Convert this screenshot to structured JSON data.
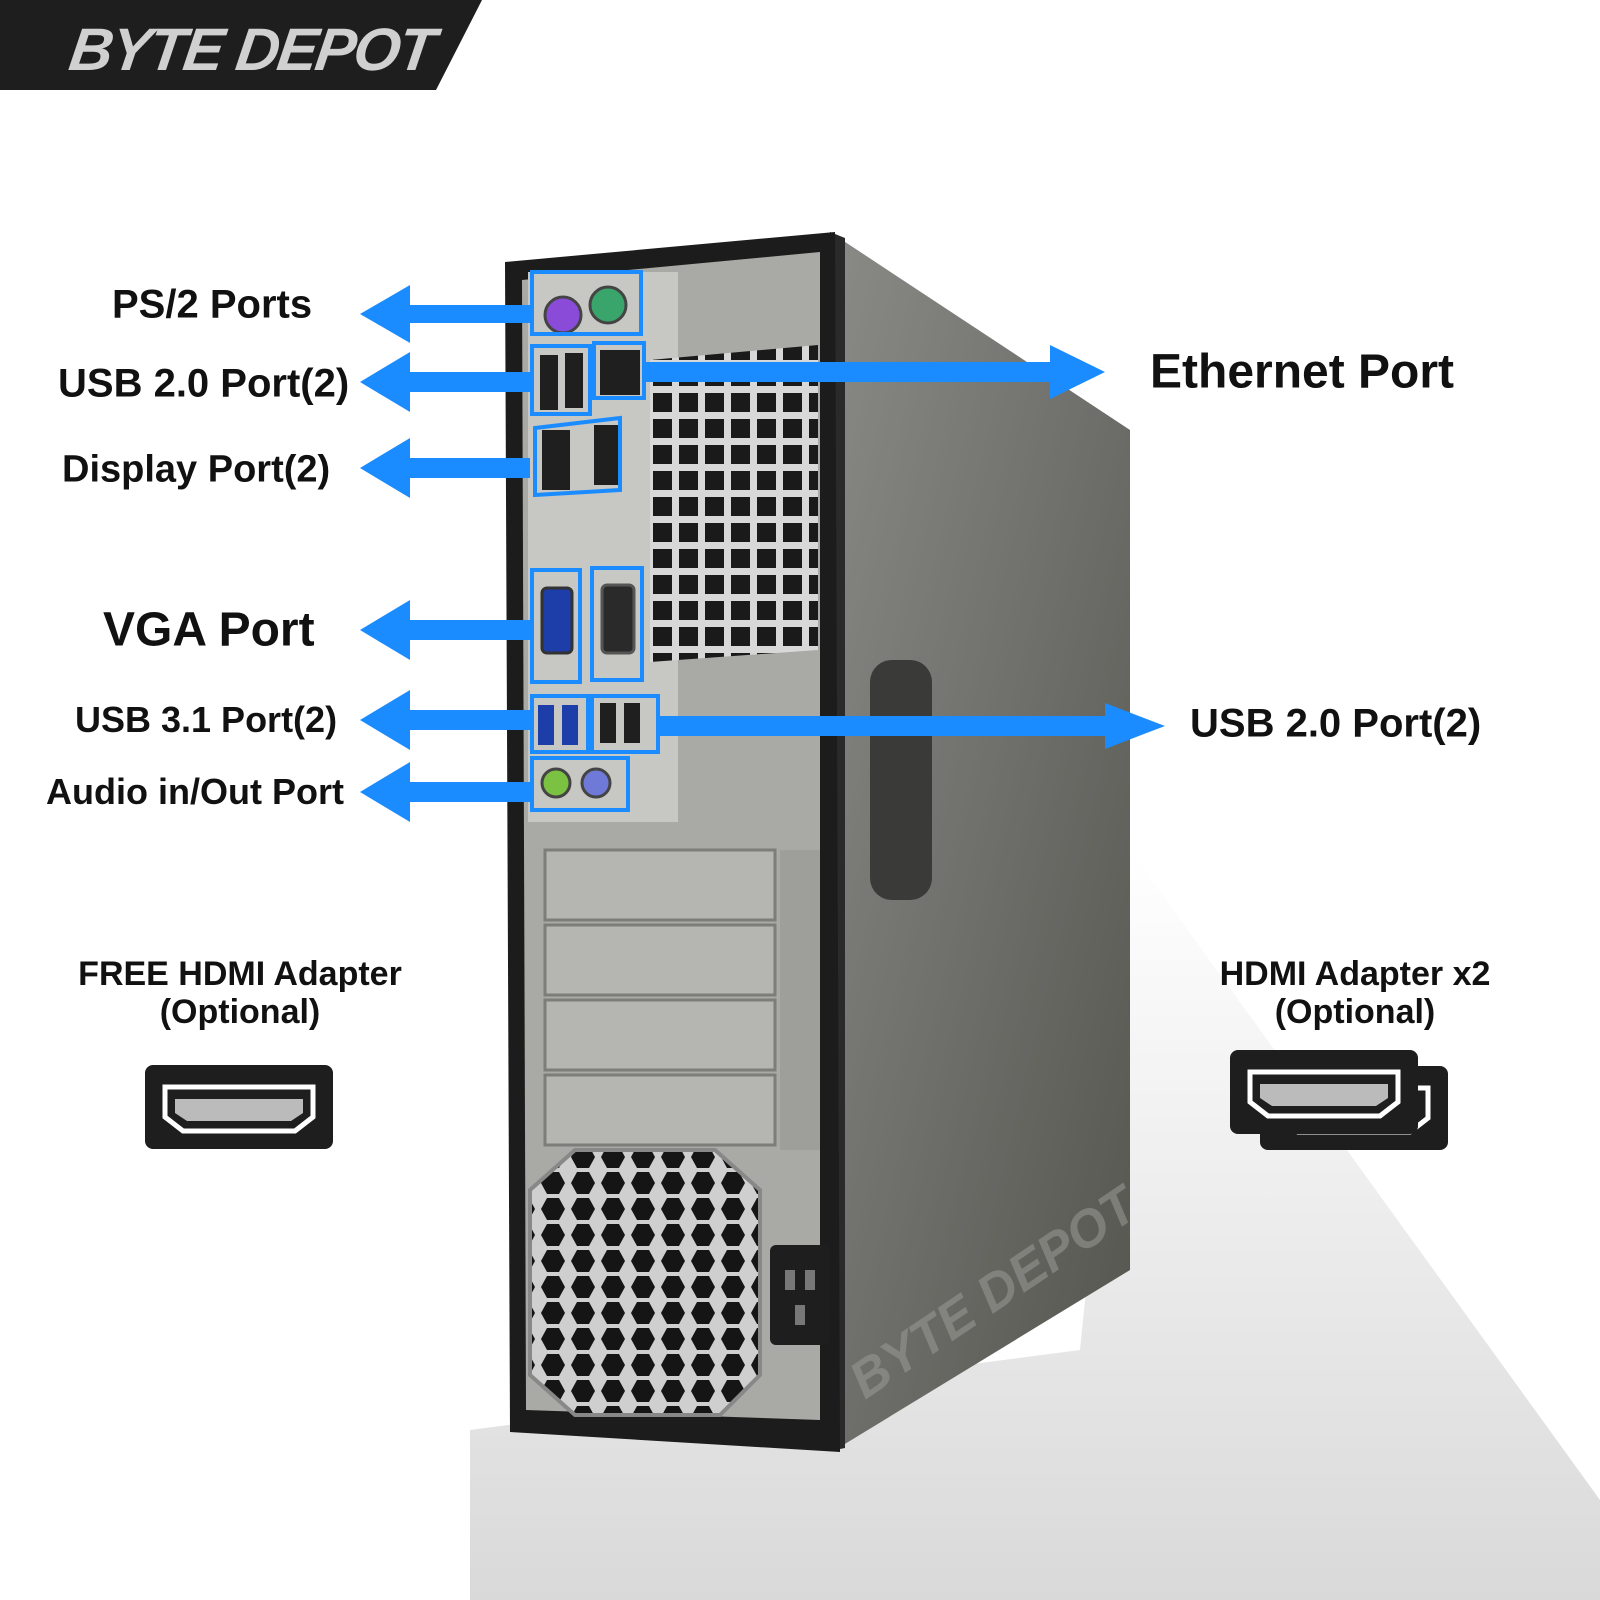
{
  "brand": {
    "name": "BYTE DEPOT",
    "watermark": "BYTE DEPOT",
    "banner_color": "#1e1e1e",
    "text_color": "#d0d0d0"
  },
  "accent_color": "#1a8cff",
  "left_labels": {
    "ps2": "PS/2 Ports",
    "usb20": "USB 2.0 Port(2)",
    "display": "Display Port(2)",
    "vga": "VGA Port",
    "usb31": "USB 3.1 Port(2)",
    "audio": "Audio in/Out Port"
  },
  "right_labels": {
    "ethernet": "Ethernet Port",
    "usb20": "USB 2.0 Port(2)"
  },
  "adapters": {
    "left": {
      "line1": "FREE HDMI Adapter",
      "line2": "(Optional)",
      "icon": "hdmi-port-icon"
    },
    "right": {
      "line1": "HDMI Adapter x2",
      "line2": "(Optional)",
      "icon": "hdmi-port-double-icon"
    }
  },
  "port_icons": [
    "ps2-icon",
    "usb-icon",
    "ethernet-icon",
    "displayport-icon",
    "vga-icon",
    "serial-icon",
    "audio-jack-icon"
  ]
}
